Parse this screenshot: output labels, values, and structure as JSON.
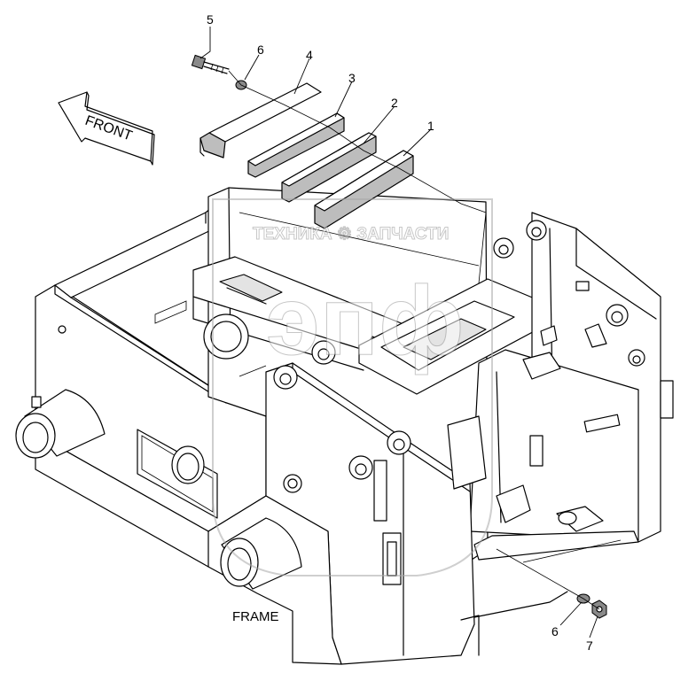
{
  "diagram": {
    "caption": "FRAME",
    "direction_arrow": "FRONT",
    "callouts": [
      {
        "id": "c1",
        "label": "1"
      },
      {
        "id": "c2",
        "label": "2"
      },
      {
        "id": "c3",
        "label": "3"
      },
      {
        "id": "c4",
        "label": "4"
      },
      {
        "id": "c5",
        "label": "5"
      },
      {
        "id": "c6a",
        "label": "6"
      },
      {
        "id": "c6b",
        "label": "6"
      },
      {
        "id": "c7",
        "label": "7"
      }
    ],
    "watermark": {
      "text": "ТЕХНИКА ⚙ ЗАПЧАСТИ",
      "mark": "эпф"
    }
  },
  "colors": {
    "line": "#000000",
    "part_fill": "#bdbdbd",
    "watermark": "#a8a8a8"
  }
}
